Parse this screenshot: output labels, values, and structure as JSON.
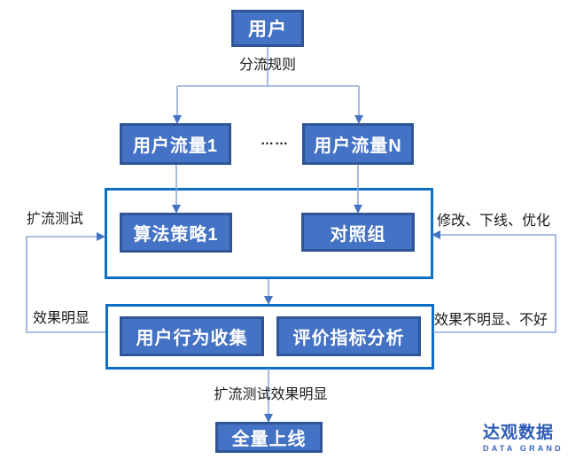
{
  "diagram": {
    "nodes": {
      "user": "用户",
      "traffic1": "用户流量1",
      "trafficN": "用户流量N",
      "ellipsis": "……",
      "strategy1": "算法策略1",
      "control_group": "对照组",
      "behavior_collect": "用户行为收集",
      "metric_analysis": "评价指标分析",
      "full_launch": "全量上线"
    },
    "edge_labels": {
      "split_rule": "分流规则",
      "expand_test": "扩流测试",
      "modify_offline_optimize": "修改、下线、优化",
      "effect_obvious": "效果明显",
      "effect_not_obvious": "效果不明显、不好",
      "expand_test_effect_obvious": "扩流测试效果明显"
    },
    "colors": {
      "node_fill": "#4472c4",
      "node_border": "#2f5597",
      "node_text": "#ffffff",
      "frame_border": "#0b6fc4",
      "connector_line": "#8fa8dc",
      "arrowhead": "#4472c4",
      "label_text": "#1a1a1a"
    }
  },
  "logo": {
    "cn": "达观数据",
    "en": "DATA GRAND",
    "color": "#2c5bb5"
  }
}
